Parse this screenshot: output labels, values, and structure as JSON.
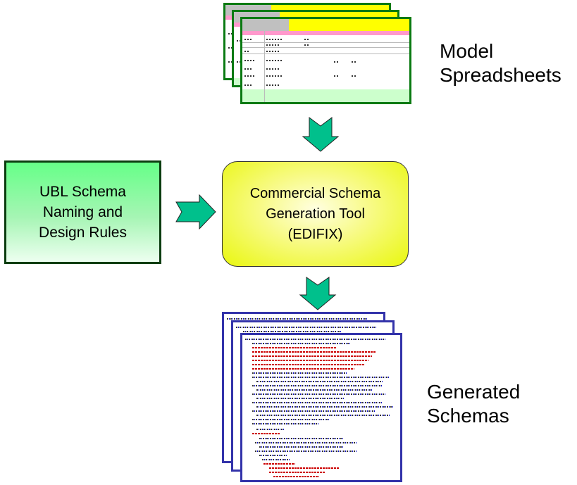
{
  "diagram": {
    "inputs": {
      "spreadsheets_label_line1": "Model",
      "spreadsheets_label_line2": "Spreadsheets",
      "rules_box_text": "UBL Schema\nNaming and\nDesign Rules"
    },
    "process": {
      "tool_box_text": "Commercial Schema\nGeneration Tool\n(EDIFIX)"
    },
    "outputs": {
      "schemas_label_line1": "Generated",
      "schemas_label_line2": "Schemas"
    },
    "colors": {
      "arrow_fill": "#00c08c",
      "spreadsheet_border": "#0a7a12",
      "schema_border": "#3333aa",
      "rules_box_fill_top": "#66ff88",
      "tool_box_fill": "#e9f70e"
    },
    "flow": [
      {
        "from": "Model Spreadsheets",
        "to": "Commercial Schema Generation Tool (EDIFIX)",
        "direction": "down"
      },
      {
        "from": "UBL Schema Naming and Design Rules",
        "to": "Commercial Schema Generation Tool (EDIFIX)",
        "direction": "right"
      },
      {
        "from": "Commercial Schema Generation Tool (EDIFIX)",
        "to": "Generated Schemas",
        "direction": "down"
      }
    ]
  }
}
